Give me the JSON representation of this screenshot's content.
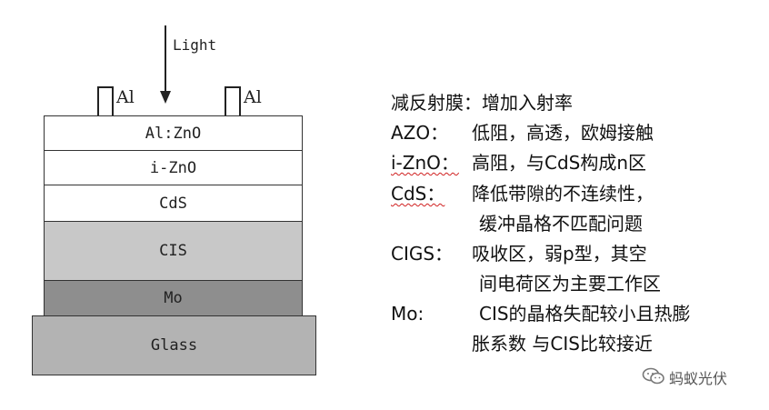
{
  "diagram": {
    "light_label": "Light",
    "contact_label": "Al",
    "layers": {
      "azo": "Al:ZnO",
      "izno": "i-ZnO",
      "cds": "CdS",
      "cis": "CIS",
      "mo": "Mo",
      "glass": "Glass"
    },
    "colors": {
      "cis": "#c8c8c8",
      "mo": "#8e8e8e",
      "glass": "#b3b3b3"
    }
  },
  "descriptions": {
    "arc": "减反射膜：增加入射率",
    "azo_term": "AZO：",
    "azo_text": "低阻，高透，欧姆接触",
    "izno_term": "i-ZnO：",
    "izno_text": "高阻，与CdS构成n区",
    "cds_term": "CdS：",
    "cds_text1": "降低带隙的不连续性，",
    "cds_text2": "缓冲晶格不匹配问题",
    "cigs_term": "CIGS：",
    "cigs_text1": "吸收区，弱p型，其空",
    "cigs_text2": "间电荷区为主要工作区",
    "mo_term": "Mo:",
    "mo_text1": "CIS的晶格失配较小且热膨",
    "mo_text2": "胀系数 与CIS比较接近"
  },
  "watermark": {
    "icon": "wechat-icon",
    "text": "蚂蚁光伏"
  }
}
